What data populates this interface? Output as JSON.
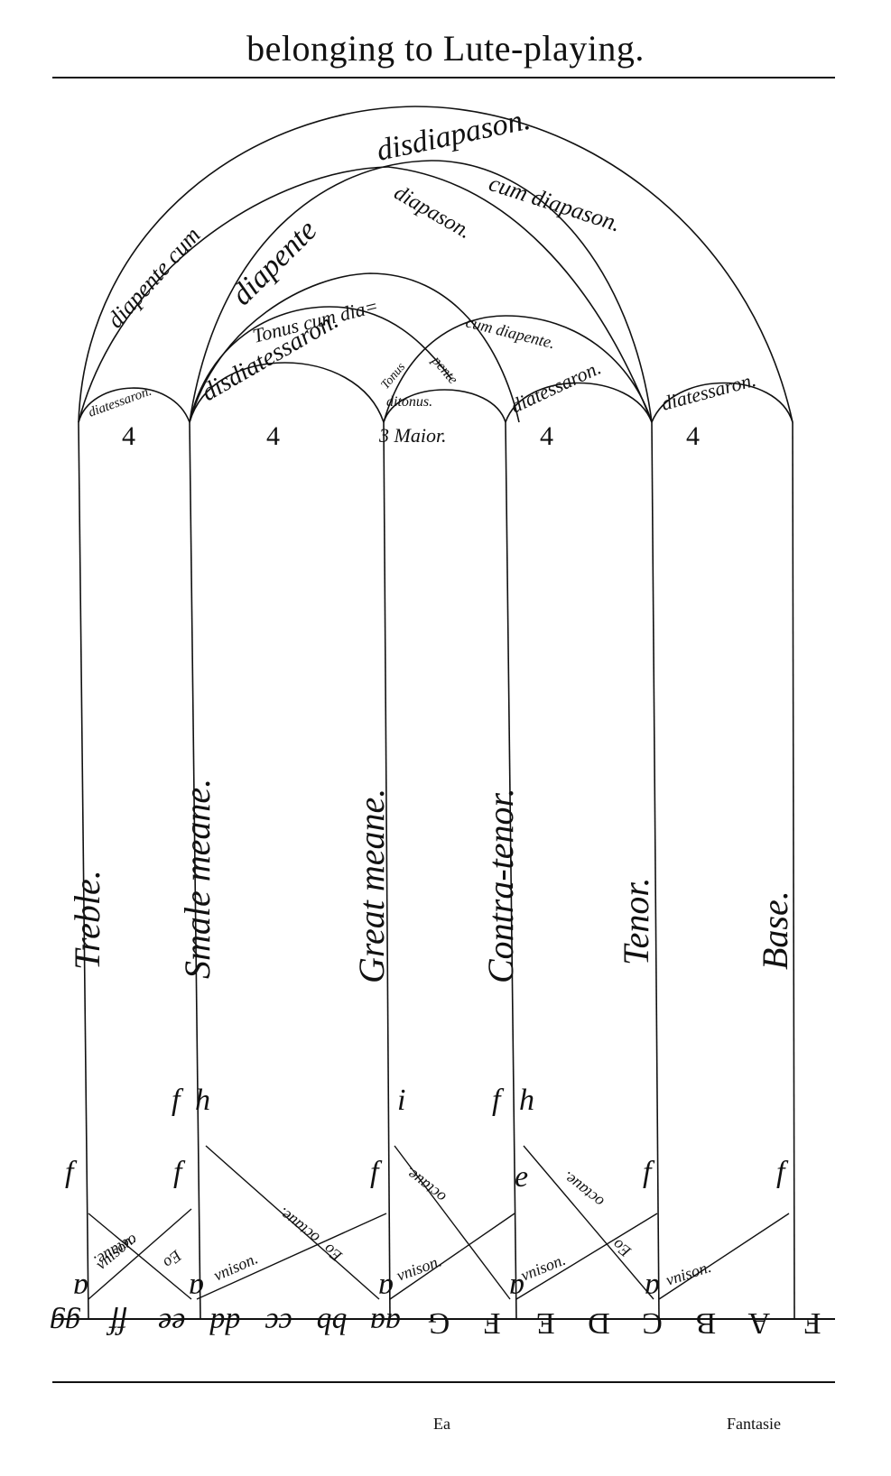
{
  "header": {
    "title": "belonging to Lute-playing."
  },
  "footer": {
    "signature": "Ea",
    "catchword": "Fantasie"
  },
  "arcs": {
    "outer_top": "disdiapason.",
    "outer_left": "diapente cum",
    "right_big_1": "cum diapason.",
    "right_big_2": "diapason.",
    "mid_left": "diapente",
    "tonus_1": "Tonus cum dia=",
    "tonus_2": "cum diapente.",
    "small_1": "diatessaron.",
    "small_2": "disdiatessaron.",
    "small_3a": "Tonus",
    "small_3b": "pente",
    "small_3c": "ditonus.",
    "small_4": "diatessaron.",
    "small_5": "diatessaron."
  },
  "interval_numbers": [
    "4",
    "4",
    "3 Maior.",
    "4",
    "4"
  ],
  "strings": [
    "Treble.",
    "Smale meane.",
    "Great meane.",
    "Contra-tenor.",
    "Tenor.",
    "Base."
  ],
  "crossings": {
    "c1_up": "octaue.",
    "c1_down": "vnison.",
    "c1_sub": "Eo",
    "c2_up": "octaue.",
    "c2_down": "vnison.",
    "c2_sub": "Eo",
    "c3_up": "octaue.",
    "c3_down": "vnison.",
    "c4_up": "octaue.",
    "c4_down": "vnison.",
    "c4_sub": "Eo",
    "c5_down": "vnison."
  },
  "tab_letters": {
    "f": "f",
    "a": "a",
    "h": "h",
    "i": "i",
    "e": "e"
  },
  "gamut": [
    "gg",
    "ff",
    "ee",
    "dd",
    "cc",
    "bb",
    "aa",
    "G",
    "F",
    "E",
    "D",
    "C",
    "B",
    "A",
    "F"
  ]
}
